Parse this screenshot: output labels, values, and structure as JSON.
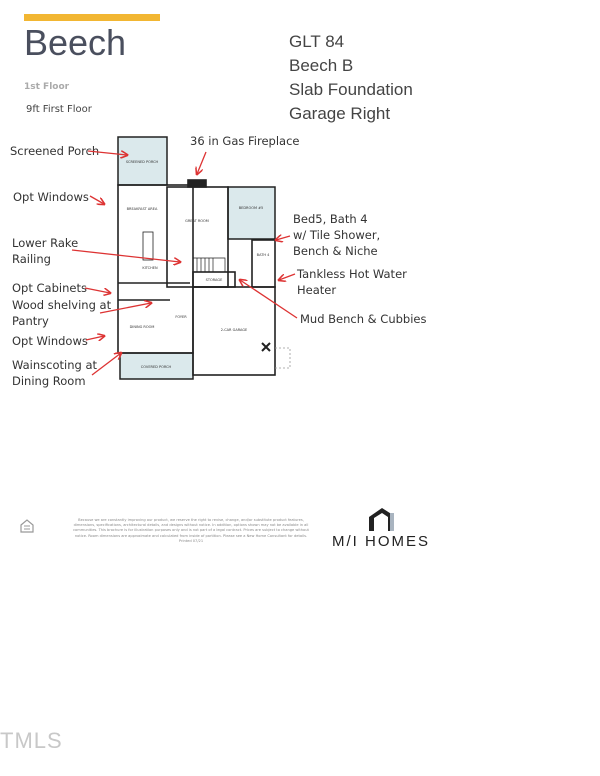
{
  "header": {
    "accent_color": "#f2b632",
    "title": "Beech",
    "floor_label": "1st Floor",
    "ceiling_note": "9ft First Floor"
  },
  "spec": {
    "lines": [
      "GLT 84",
      "Beech B",
      "Slab Foundation",
      "Garage Right"
    ]
  },
  "annotations": {
    "screened_porch": "Screened Porch",
    "opt_windows_1": "Opt Windows",
    "lower_rake_railing": [
      "Lower Rake",
      "Railing"
    ],
    "opt_cabinets": "Opt Cabinets",
    "wood_shelving": [
      "Wood shelving at",
      "Pantry"
    ],
    "opt_windows_2": "Opt Windows",
    "wainscoting": [
      "Wainscoting at",
      "Dining Room"
    ],
    "fireplace": "36 in Gas Fireplace",
    "bed5_bath4": [
      "Bed5, Bath 4",
      "w/ Tile Shower,",
      "Bench & Niche"
    ],
    "tankless": [
      "Tankless Hot Water",
      "Heater"
    ],
    "mud_bench": "Mud Bench & Cubbies"
  },
  "plan": {
    "room_fill": "#dbe9ec",
    "rooms": {
      "screened_porch": "SCREENED PORCH",
      "breakfast": "BREAKFAST AREA",
      "great_room": "GREAT ROOM",
      "bedroom": "BEDROOM #5",
      "kitchen": "KITCHEN",
      "dining": "DINING ROOM",
      "foyer": "FOYER",
      "garage": "2-CAR GARAGE",
      "covered_porch": "COVERED PORCH",
      "storage": "STORAGE",
      "bath": "BATH 4"
    }
  },
  "footer": {
    "disclaimer": "Because we are constantly improving our product, we reserve the right to revise, change, and/or substitute product features, dimensions, specifications, architectural details, and designs without notice. In addition, options shown may not be available in all communities. This brochure is for illustration purposes only and is not part of a legal contract. Prices are subject to change without notice. Room dimensions are approximate and calculated from inside of partition. Please see a New Home Consultant for details. Printed 07/21",
    "brand": "M/I HOMES",
    "watermark": "TMLS"
  }
}
